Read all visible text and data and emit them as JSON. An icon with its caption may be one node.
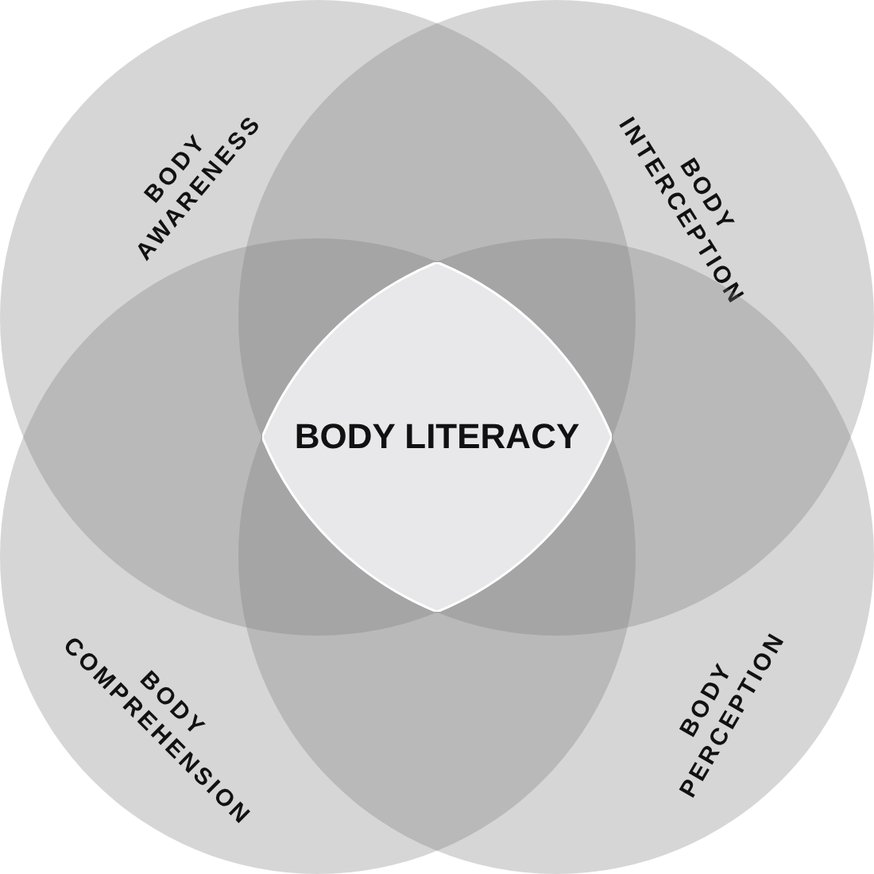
{
  "diagram": {
    "nodes": [
      {
        "text": [
          "BODY AWARENESS"
        ]
      },
      {
        "text": [
          "BODY INTERCEPTION"
        ]
      },
      {
        "text": [
          "BODY LITERACY"
        ]
      },
      {
        "text": [
          "BODY COMPREHENSION"
        ]
      },
      {
        "text": [
          "BODY PERCEPTION"
        ]
      }
    ]
  }
}
